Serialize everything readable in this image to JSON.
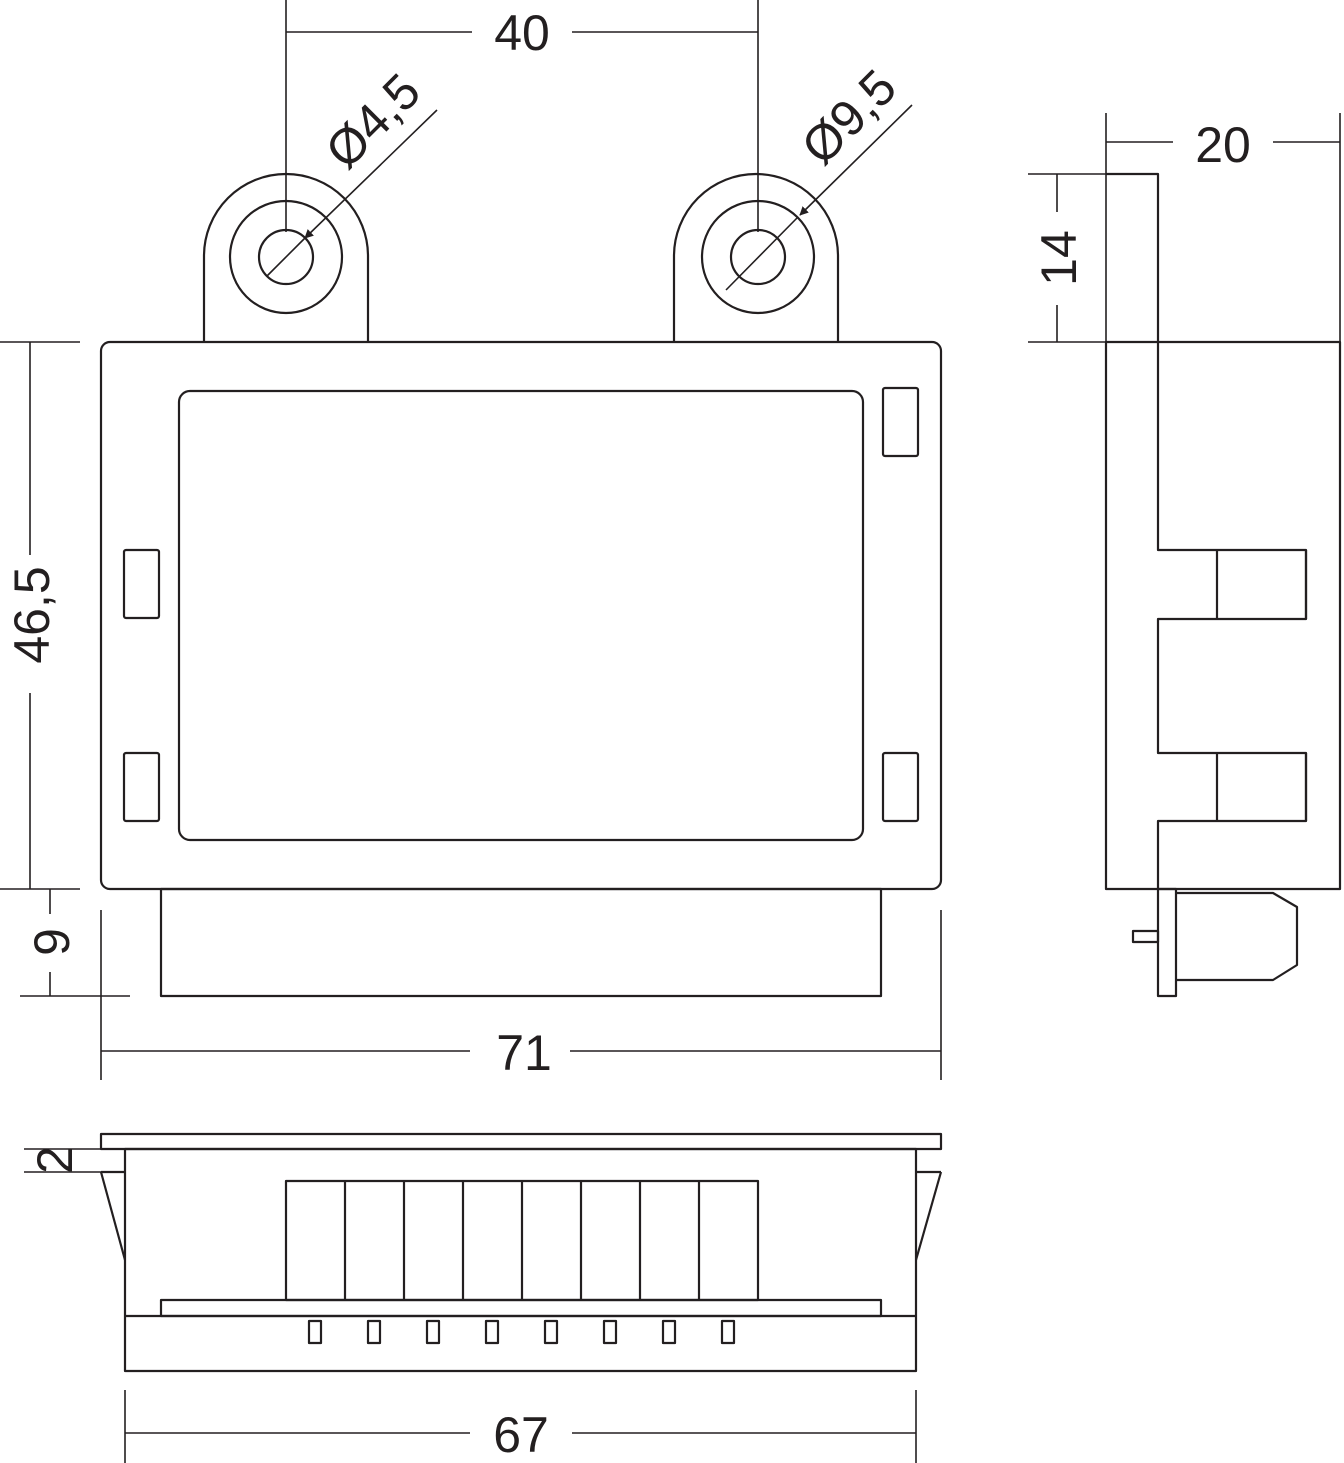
{
  "labels": {
    "dim_40": "40",
    "dim_d45": "Ø4,5",
    "dim_d95": "Ø9,5",
    "dim_20": "20",
    "dim_14": "14",
    "dim_465": "46,5",
    "dim_9": "9",
    "dim_71": "71",
    "dim_2": "2",
    "dim_67": "67"
  },
  "colors": {
    "ink": "#231f20",
    "paper": "#ffffff"
  }
}
